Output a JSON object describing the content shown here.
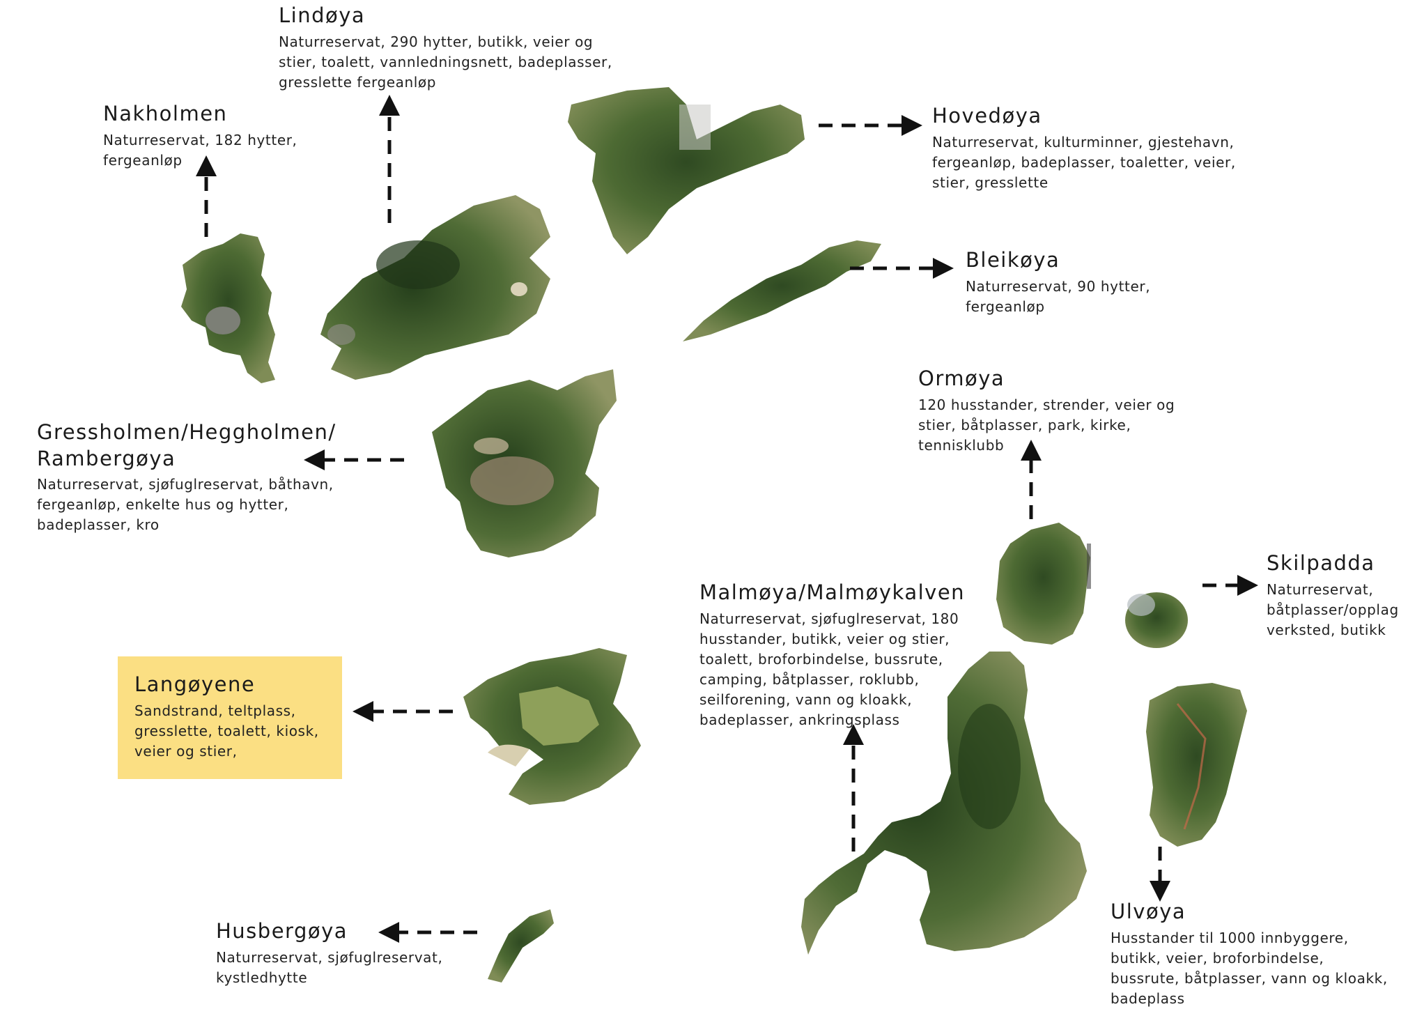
{
  "highlight_color": "#fbdf83",
  "islands": [
    {
      "id": "lindoya",
      "name": "Lindøya",
      "desc": "Naturreservat, 290 hytter, butikk, veier og stier, toalett, vannledningsnett, badeplasser, gresslette fergeanløp"
    },
    {
      "id": "nakholmen",
      "name": "Nakholmen",
      "desc": "Naturreservat, 182 hytter, fergeanløp"
    },
    {
      "id": "hovedoya",
      "name": "Hovedøya",
      "desc": "Naturreservat, kulturminner, gjestehavn, fergeanløp, badeplasser, toaletter, veier, stier, gresslette"
    },
    {
      "id": "bleikoya",
      "name": "Bleikøya",
      "desc": "Naturreservat, 90 hytter, fergeanløp"
    },
    {
      "id": "ormoya",
      "name": "Ormøya",
      "desc": "120 husstander, strender, veier og stier, båtplasser, park, kirke, tennisklubb"
    },
    {
      "id": "gressholmen",
      "name": "Gressholmen/Heggholmen/ Rambergøya",
      "desc": "Naturreservat, sjøfuglreservat, båthavn, fergeanløp, enkelte hus og hytter, badeplasser, kro"
    },
    {
      "id": "skilpadda",
      "name": "Skilpadda",
      "desc": "Naturreservat, båtplasser/opplag verksted, butikk"
    },
    {
      "id": "malmoya",
      "name": "Malmøya/Malmøykalven",
      "desc": "Naturreservat, sjøfuglreservat, 180 husstander, butikk, veier og stier, toalett, broforbindelse, bussrute, camping, båtplasser, roklubb, seilforening, vann og kloakk, badeplasser, ankringsplass"
    },
    {
      "id": "langoyene",
      "name": "Langøyene",
      "desc": "Sandstrand, teltplass, gresslette, toalett, kiosk, veier og stier,"
    },
    {
      "id": "husbergoya",
      "name": "Husbergøya",
      "desc": "Naturreservat, sjøfuglreservat, kystledhytte"
    },
    {
      "id": "ulvoya",
      "name": "Ulvøya",
      "desc": "Husstander til 1000 innbyggere, butikk, veier, broforbindelse, bussrute, båtplasser, vann og kloakk, badeplass"
    }
  ]
}
